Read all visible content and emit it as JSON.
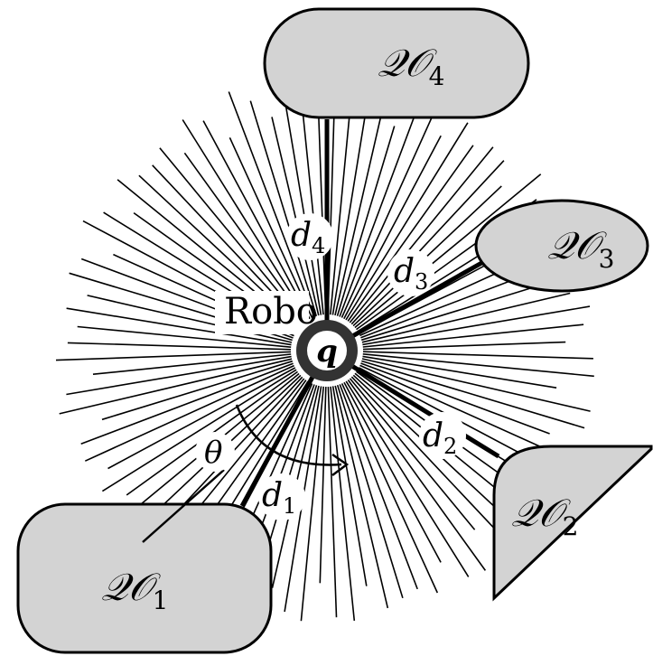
{
  "diagram": {
    "robot": {
      "center_label": "q",
      "label": "Robo"
    },
    "angle_label": "θ",
    "distances": [
      {
        "id": "d1",
        "label": "d",
        "subscript": "1"
      },
      {
        "id": "d2",
        "label": "d",
        "subscript": "2"
      },
      {
        "id": "d3",
        "label": "d",
        "subscript": "3"
      },
      {
        "id": "d4",
        "label": "d",
        "subscript": "4"
      }
    ],
    "obstacles": [
      {
        "id": "QO1",
        "label": "𝒬𝒪",
        "subscript": "1",
        "fill": "#d3d3d3"
      },
      {
        "id": "QO2",
        "label": "𝒬𝒪",
        "subscript": "2",
        "fill": "#d3d3d3"
      },
      {
        "id": "QO3",
        "label": "𝒬𝒪",
        "subscript": "3",
        "fill": "#d3d3d3"
      },
      {
        "id": "QO4",
        "label": "𝒬𝒪",
        "subscript": "4",
        "fill": "#d3d3d3"
      }
    ],
    "colors": {
      "obstacle_fill": "#d3d3d3",
      "robot_disc": "#333333",
      "stroke": "#000000"
    }
  }
}
